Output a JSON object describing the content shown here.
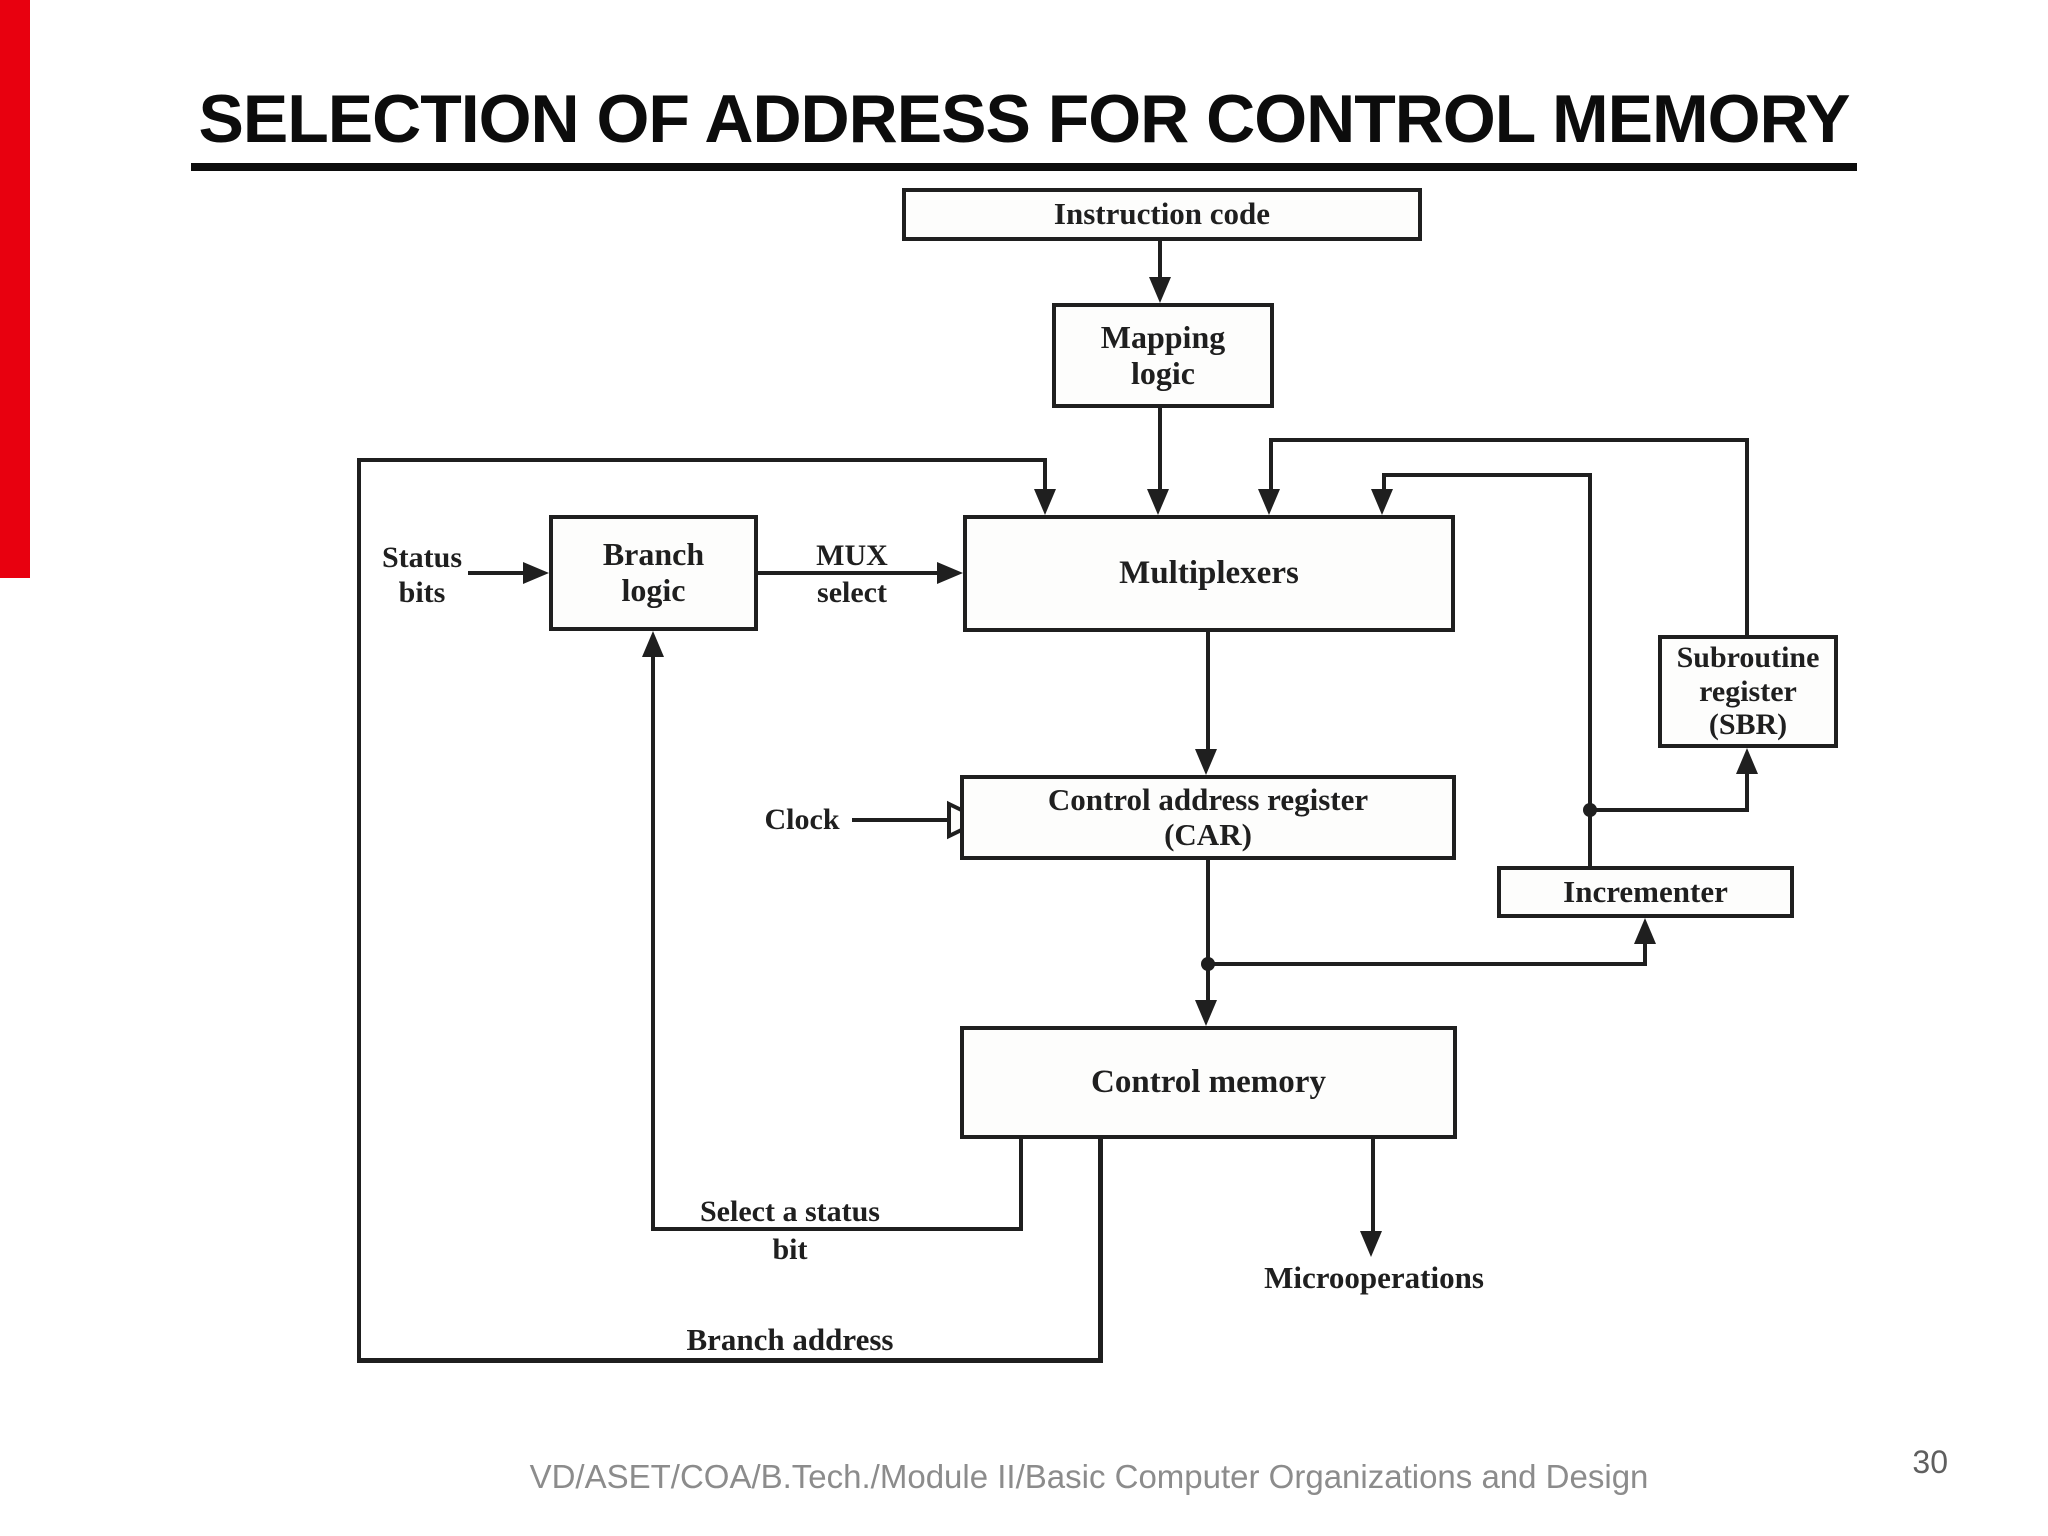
{
  "slide": {
    "title": "SELECTION OF ADDRESS FOR CONTROL MEMORY",
    "footer_text": "VD/ASET/COA/B.Tech./Module II/Basic Computer Organizations and Design",
    "page_number": "30",
    "accent_bar_color": "#e8000f"
  },
  "diagram": {
    "line_color": "#1f1f1f",
    "boxes": {
      "instruction_code": {
        "label": "Instruction code"
      },
      "mapping_logic": {
        "line1": "Mapping",
        "line2": "logic"
      },
      "branch_logic": {
        "line1": "Branch",
        "line2": "logic"
      },
      "multiplexers": {
        "label": "Multiplexers"
      },
      "subroutine_register": {
        "line1": "Subroutine",
        "line2": "register",
        "line3": "(SBR)"
      },
      "control_address_register": {
        "line1": "Control address register",
        "line2": "(CAR)"
      },
      "incrementer": {
        "label": "Incrementer"
      },
      "control_memory": {
        "label": "Control memory"
      }
    },
    "labels": {
      "status_bits": {
        "line1": "Status",
        "line2": "bits"
      },
      "mux_select": {
        "line1": "MUX",
        "line2": "select"
      },
      "clock": "Clock",
      "select_status_bit": {
        "line1": "Select a status",
        "line2": "bit"
      },
      "branch_address": "Branch address",
      "microoperations": "Microoperations"
    }
  }
}
